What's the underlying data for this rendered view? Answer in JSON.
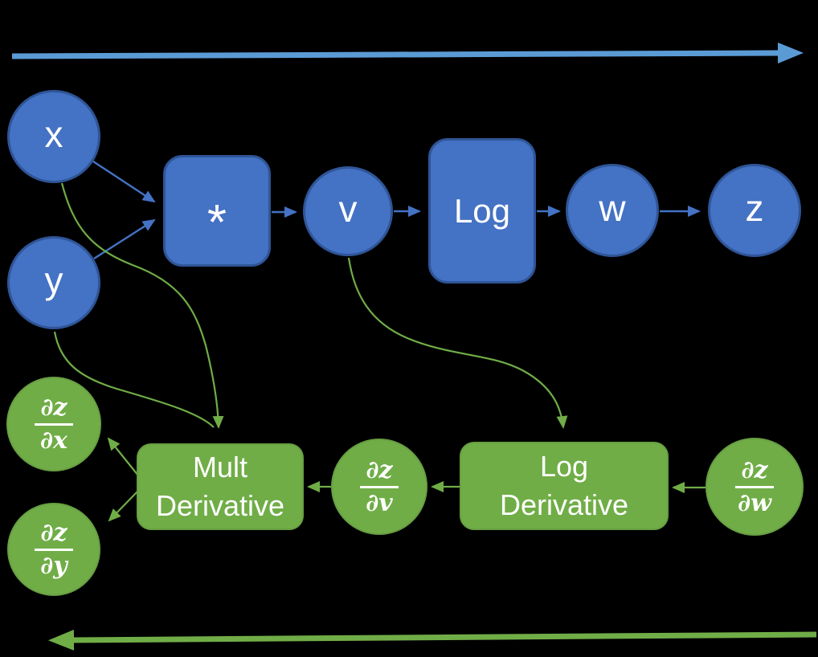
{
  "diagram": {
    "colors": {
      "background": "#000000",
      "node_blue_fill": "#4472C4",
      "node_blue_stroke": "#2F5597",
      "forward_arrow_blue": "#5B9BD5",
      "node_green_fill": "#70AD47",
      "backward_arrow_green": "#70AD47",
      "label_text": "#FFFFFF"
    },
    "forward": {
      "x": "x",
      "y": "y",
      "mult_op": "*",
      "v": "v",
      "log_op": "Log",
      "w": "w",
      "z": "z"
    },
    "backward": {
      "dz_dx": {
        "num": "∂z",
        "den": "∂x"
      },
      "dz_dy": {
        "num": "∂z",
        "den": "∂y"
      },
      "mult_derivative": {
        "line1": "Mult",
        "line2": "Derivative"
      },
      "dz_dv": {
        "num": "∂z",
        "den": "∂v"
      },
      "log_derivative": {
        "line1": "Log",
        "line2": "Derivative"
      },
      "dz_dw": {
        "num": "∂z",
        "den": "∂w"
      }
    }
  }
}
